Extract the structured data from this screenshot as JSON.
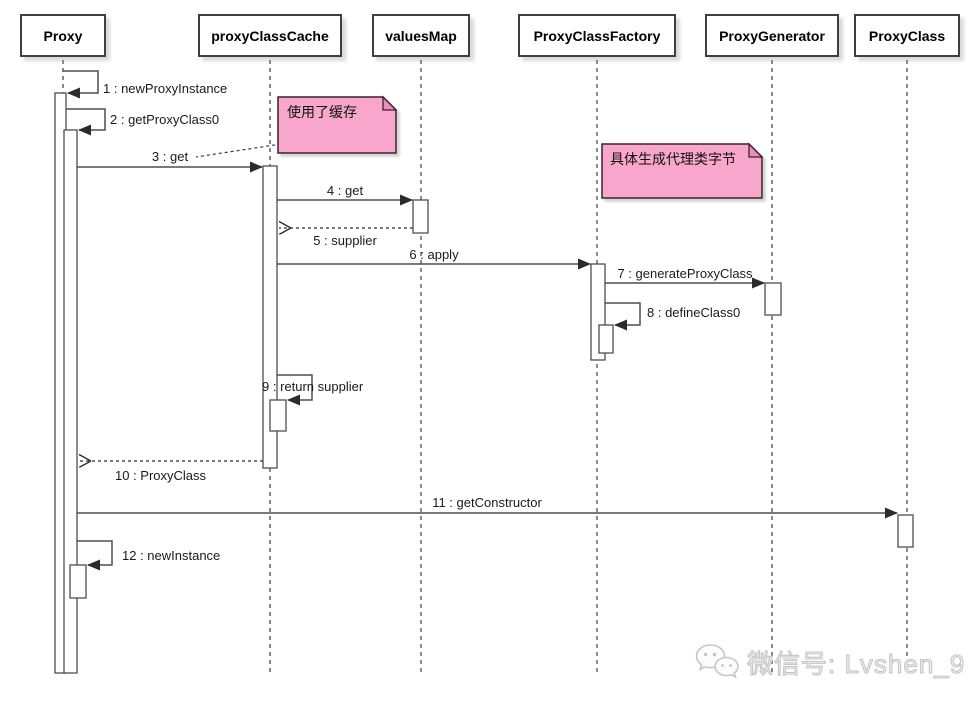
{
  "diagram": {
    "participants": [
      {
        "id": "proxy",
        "label": "Proxy"
      },
      {
        "id": "proxy-class-cache",
        "label": "proxyClassCache"
      },
      {
        "id": "values-map",
        "label": "valuesMap"
      },
      {
        "id": "proxy-class-factory",
        "label": "ProxyClassFactory"
      },
      {
        "id": "proxy-generator",
        "label": "ProxyGenerator"
      },
      {
        "id": "proxy-class",
        "label": "ProxyClass"
      }
    ],
    "messages": [
      {
        "label": "1 : newProxyInstance",
        "from": "proxy",
        "to": "proxy",
        "kind": "self"
      },
      {
        "label": "2 : getProxyClass0",
        "from": "proxy",
        "to": "proxy",
        "kind": "self"
      },
      {
        "label": "3 : get",
        "from": "proxy",
        "to": "proxy-class-cache",
        "kind": "call"
      },
      {
        "label": "4 : get",
        "from": "proxy-class-cache",
        "to": "values-map",
        "kind": "call"
      },
      {
        "label": "5 : supplier",
        "from": "values-map",
        "to": "proxy-class-cache",
        "kind": "return"
      },
      {
        "label": "6 : apply",
        "from": "proxy-class-cache",
        "to": "proxy-class-factory",
        "kind": "call"
      },
      {
        "label": "7 : generateProxyClass",
        "from": "proxy-class-factory",
        "to": "proxy-generator",
        "kind": "call"
      },
      {
        "label": "8 : defineClass0",
        "from": "proxy-class-factory",
        "to": "proxy-class-factory",
        "kind": "self"
      },
      {
        "label": "9 : return supplier",
        "from": "proxy-class-cache",
        "to": "proxy-class-cache",
        "kind": "self"
      },
      {
        "label": "10 : ProxyClass",
        "from": "proxy-class-cache",
        "to": "proxy",
        "kind": "return"
      },
      {
        "label": "11 : getConstructor",
        "from": "proxy",
        "to": "proxy-class",
        "kind": "call"
      },
      {
        "label": "12 : newInstance",
        "from": "proxy",
        "to": "proxy",
        "kind": "self"
      }
    ],
    "notes": [
      {
        "text": "使用了缓存"
      },
      {
        "text": "具体生成代理类字节"
      }
    ],
    "colors": {
      "note_fill": "#F8A6CB",
      "note_fold": "#E98FBB",
      "note_border": "#3a2029",
      "line": "#4f4f4f",
      "watermark_text": "#c9c9c9"
    }
  },
  "watermark": {
    "text": "微信号: Lvshen_9"
  }
}
